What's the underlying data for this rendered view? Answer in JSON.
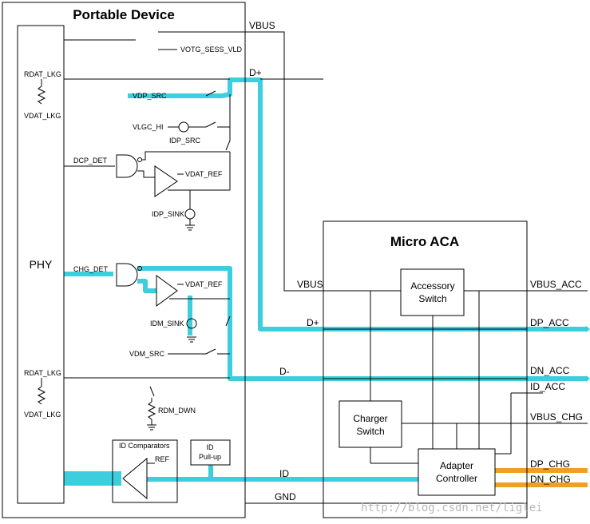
{
  "portable_device": {
    "title": "Portable Device",
    "phy": "PHY",
    "vbus": "VBUS",
    "dplus": "D+",
    "dminus": "D-",
    "dplus_inner": "D+",
    "vbus_inner": "VBUS",
    "id": "ID",
    "gnd": "GND",
    "votg_sess_vld": "VOTG_SESS_VLD",
    "rdat_lkg_top": "RDAT_LKG",
    "vdat_lkg_top": "VDAT_LKG",
    "rdat_lkg_bottom": "RDAT_LKG",
    "vdat_lkg_bottom": "VDAT_LKG",
    "vdp_src": "VDP_SRC",
    "vlgc_hi": "VLGC_HI",
    "idp_src": "IDP_SRC",
    "dcp_det": "DCP_DET",
    "vdat_ref_top": "VDAT_REF",
    "idp_sink": "IDP_SINK",
    "chg_det": "CHG_DET",
    "vdat_ref_mid": "VDAT_REF",
    "idm_sink": "IDM_SINK",
    "vdm_src": "VDM_SRC",
    "rdm_dwn": "RDM_DWN",
    "id_comparators": "ID Comparators",
    "ref": "REF",
    "id_pullup_line1": "ID",
    "id_pullup_line2": "Pull-up"
  },
  "micro_aca": {
    "title": "Micro ACA",
    "accessory_switch_line1": "Accessory",
    "accessory_switch_line2": "Switch",
    "charger_switch_line1": "Charger",
    "charger_switch_line2": "Switch",
    "adapter_controller_line1": "Adapter",
    "adapter_controller_line2": "Controller",
    "vbus_acc": "VBUS_ACC",
    "dp_acc": "DP_ACC",
    "dn_acc": "DN_ACC",
    "id_acc": "ID_ACC",
    "vbus_chg": "VBUS_CHG",
    "dp_chg": "DP_CHG",
    "dn_chg": "DN_CHG"
  },
  "watermark": "http://blog.csdn.net/liglei",
  "colors": {
    "highlight": "#33ccdd",
    "highlight_orange": "#f0a020",
    "line": "#000000"
  }
}
